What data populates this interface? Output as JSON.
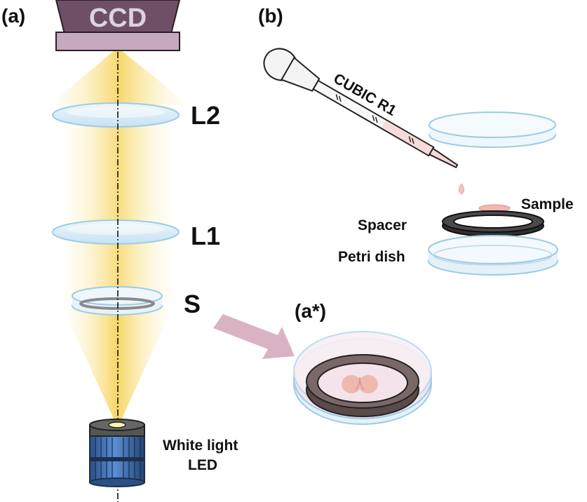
{
  "panels": {
    "a": "(a)",
    "b": "(b)",
    "a_star": "(a*)"
  },
  "setup": {
    "camera": "CCD",
    "lens_top": "L2",
    "lens_bottom": "L1",
    "sample": "S",
    "light_source_line1": "White light",
    "light_source_line2": "LED"
  },
  "preparation": {
    "reagent": "CUBIC R1",
    "sample": "Sample",
    "spacer": "Spacer",
    "dish": "Petri dish"
  },
  "colors": {
    "beam": "#f6cf4a",
    "ccd_body": "#6e4f65",
    "ccd_base": "#c6a9bd",
    "lens": "#d9ecf7",
    "lens_stroke": "#9ccbe6",
    "led_blue": "#3f6fb4",
    "arrow": "#d9b3c4",
    "spacer": "#3a3a3a",
    "sample_pink": "#efb9b0"
  }
}
